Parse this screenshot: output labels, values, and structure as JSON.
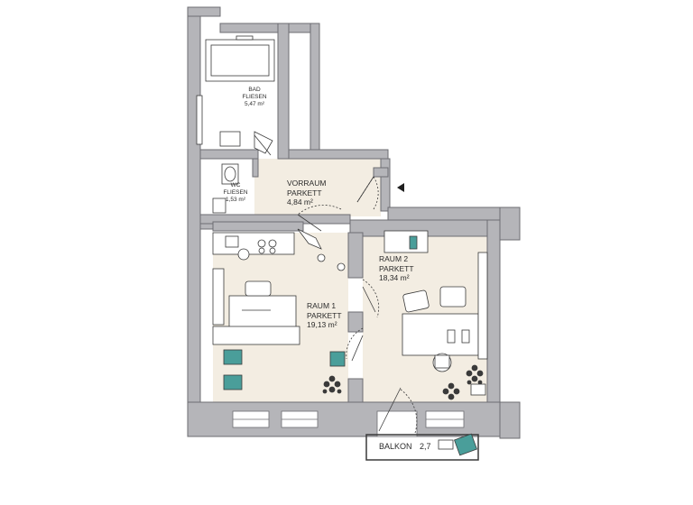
{
  "colors": {
    "wall": "#b5b5b9",
    "wall_outline": "#6d6d72",
    "floor_wood": "#f3ede2",
    "floor_tile": "#ffffff",
    "furniture_accent": "#4a9e9a",
    "furniture_line": "#3a3a3a"
  },
  "rooms": {
    "bad": {
      "name": "BAD",
      "floor": "FLIESEN",
      "area": "5,47 m²"
    },
    "wc": {
      "name": "WC",
      "floor": "FLIESEN",
      "area": "1,53 m²"
    },
    "vorraum": {
      "name": "VORRAUM",
      "floor": "PARKETT",
      "area": "4,84 m²"
    },
    "raum1": {
      "name": "RAUM 1",
      "floor": "PARKETT",
      "area": "19,13 m²"
    },
    "raum2": {
      "name": "RAUM 2",
      "floor": "PARKETT",
      "area": "18,34 m²"
    },
    "balkon": {
      "name": "BALKON",
      "area": "2,7"
    }
  },
  "icons": {
    "entrance": "entrance-arrow-icon"
  }
}
